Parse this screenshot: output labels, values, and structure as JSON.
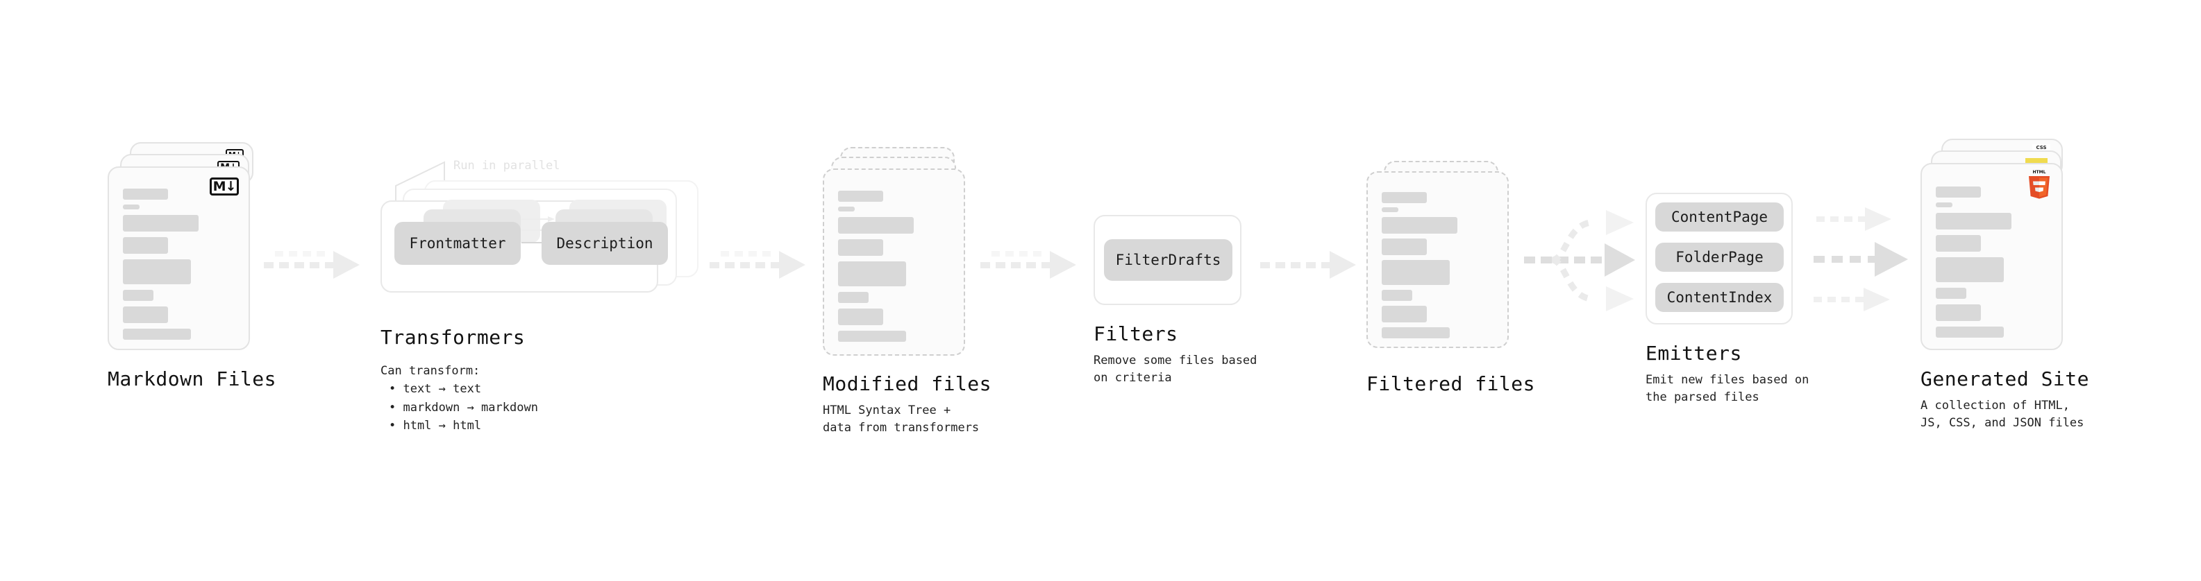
{
  "diagram": {
    "title_color": "#121212",
    "accent_gray": "#d9d9d9",
    "faint_gray": "#e2e2e2"
  },
  "stages": {
    "markdown": {
      "title": "Markdown Files",
      "icon": "markdown-icon",
      "icon_text": "M↓"
    },
    "transformers": {
      "title": "Transformers",
      "parallel_label": "Run in parallel",
      "intro": "Can transform:",
      "bullets": [
        "• text → text",
        "• markdown → markdown",
        "• html → html"
      ],
      "pills": [
        "Frontmatter",
        "Description"
      ]
    },
    "modified": {
      "title": "Modified files",
      "subtitle": "HTML Syntax Tree +\ndata from transformers"
    },
    "filters": {
      "title": "Filters",
      "subtitle": "Remove some files based\non criteria",
      "pills": [
        "FilterDrafts"
      ]
    },
    "filtered": {
      "title": "Filtered files",
      "subtitle": ""
    },
    "emitters": {
      "title": "Emitters",
      "subtitle": "Emit new files based on\nthe parsed files",
      "pills": [
        "ContentPage",
        "FolderPage",
        "ContentIndex"
      ]
    },
    "generated": {
      "title": "Generated Site",
      "subtitle": "A collection of HTML,\nJS, CSS, and JSON files",
      "icons": [
        "html5-icon",
        "js-icon",
        "css-icon"
      ],
      "css_label": "CSS",
      "html5_label": "HTML",
      "html5_number": "5"
    }
  }
}
